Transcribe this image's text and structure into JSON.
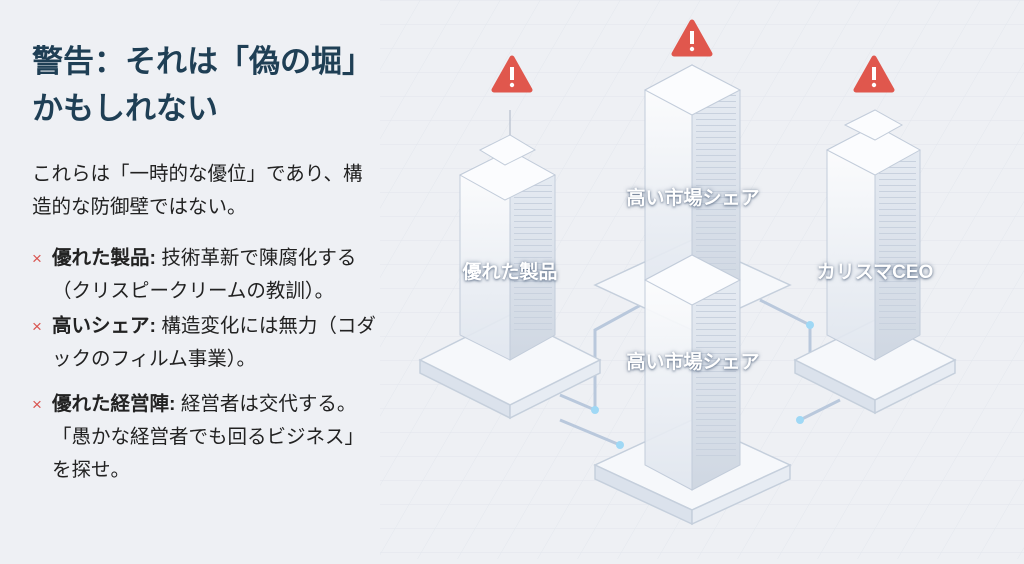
{
  "title": "警告：それは「偽の堀」かもしれない",
  "intro": "これらは「一時的な優位」であり、構造的な防御壁ではない。",
  "bullets": [
    {
      "term": "優れた製品:",
      "text": "技術革新で陳腐化する（クリスピークリームの教訓）。"
    },
    {
      "term": "高いシェア:",
      "text": "構造変化には無力（コダックのフィルム事業）。"
    },
    {
      "term": "優れた経営陣:",
      "text": "経営者は交代する。「愚かな経営者でも回るビジネス」を探せ。"
    }
  ],
  "bullet_marker": "×",
  "illustration": {
    "labels": [
      "優れた製品",
      "高い市場シェア",
      "カリスマCEO",
      "高い市場シェア"
    ],
    "warning_icon": "warning-triangle-icon",
    "warning_color": "#e0574d"
  },
  "colors": {
    "title": "#1f3f55",
    "accent": "#d9534f",
    "background": "#eef0f4"
  }
}
